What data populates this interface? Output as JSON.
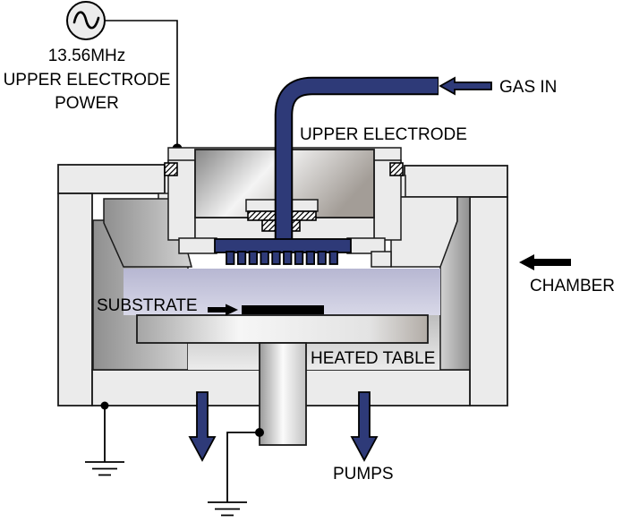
{
  "diagram": {
    "power_supply": {
      "line1": "13.56MHz",
      "line2": "UPPER ELECTRODE",
      "line3": "POWER"
    },
    "labels": {
      "gas_in": "GAS IN",
      "upper_electrode": "UPPER ELECTRODE",
      "chamber": "CHAMBER",
      "substrate": "SUBSTRATE",
      "heated_table": "HEATED TABLE",
      "pumps": "PUMPS"
    },
    "colors": {
      "pipe_navy": "#2e3a78",
      "plasma_lavender": "#c9c9de",
      "shell_gray": "#ebebeb",
      "outline_black": "#1a1a1a",
      "substrate_black": "#000000"
    }
  }
}
